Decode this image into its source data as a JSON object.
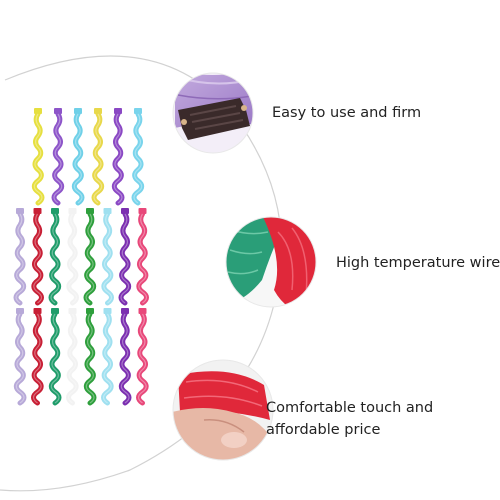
{
  "features": [
    {
      "id": "easy-to-use",
      "label": "Easy to use and firm"
    },
    {
      "id": "high-temperature",
      "label": "High temperature wire"
    },
    {
      "id": "comfortable",
      "lines": [
        "Comfortable touch and",
        "affordable price"
      ]
    }
  ],
  "strands": {
    "top_row_colors": [
      "#e6df3f",
      "#8d55c9",
      "#6fd0e8",
      "#e8d84a",
      "#8a48c4",
      "#79d4ec"
    ],
    "middle_row_colors": [
      "#b7a9d8",
      "#c81f35",
      "#1f9c6a",
      "#f2f2f2",
      "#2e9f3c",
      "#9fe0f0",
      "#7b2fb0",
      "#e8487a"
    ],
    "bottom_row_colors": [
      "#b7a9d8",
      "#c81f35",
      "#1f9c6a",
      "#f2f2f2",
      "#2e9f3c",
      "#9fe0f0",
      "#7b2fb0",
      "#e8487a"
    ]
  },
  "colors": {
    "divider_arc": "#cfcfcf",
    "clip_metal": "#3a2a2a",
    "purple_hair": "#b89ad8",
    "green_hair": "#2a9e78",
    "red_hair": "#e0283a",
    "skin": "#e7b8a6"
  }
}
